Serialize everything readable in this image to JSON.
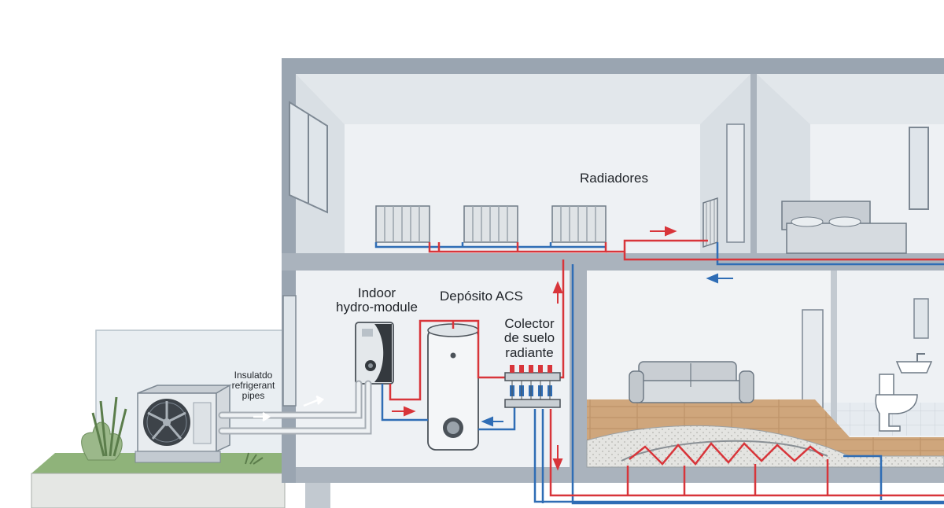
{
  "labels": {
    "radiators": "Radiadores",
    "hydro_module": [
      "Indoor",
      "hydro-module"
    ],
    "dhw_tank": "Depósito ACS",
    "manifold": [
      "Colector",
      "de suelo",
      "radiante"
    ],
    "refrigerant_pipes": [
      "Insulatdo",
      "refrigerant",
      "pipes"
    ]
  },
  "colors": {
    "flow_hot": "#d8353a",
    "flow_cold": "#2f6db5",
    "wall": "#9aa5b1",
    "interior": "#eef1f4",
    "ground": "#8fb37a",
    "wood_floor": "#c9a27a"
  },
  "icons": [
    "outdoor-heat-pump-icon",
    "hydro-module-icon",
    "dhw-tank-icon",
    "manifold-icon",
    "radiator-icon",
    "sofa-icon",
    "bed-icon",
    "toilet-icon",
    "sink-icon",
    "window-icon",
    "door-icon",
    "plant-icon",
    "flow-arrow-icon"
  ]
}
